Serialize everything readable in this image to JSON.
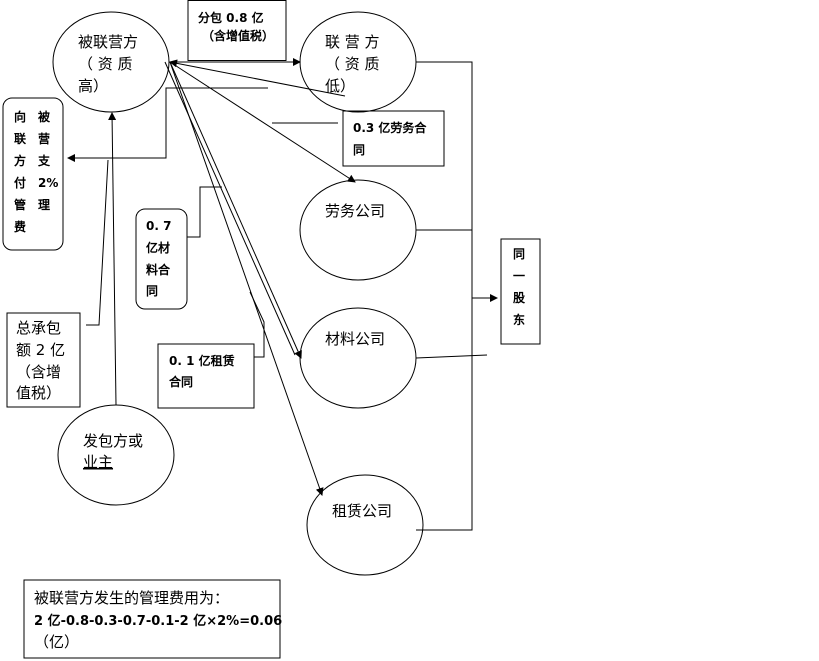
{
  "nodes": {
    "lianyingfang_bei": [
      "被联营方",
      "（ 资 质",
      "高）"
    ],
    "lianyingfang": [
      "联 营 方",
      "（ 资 质",
      "低）"
    ],
    "laowu": "劳务公司",
    "cailiao": "材料公司",
    "zulin": "租赁公司",
    "fabaofang": [
      "发包方或",
      "业主"
    ]
  },
  "labels": {
    "fenbao": [
      "分包 0.8 亿",
      "（含增值税）"
    ],
    "laowu_contract": [
      "0.3 亿劳务合",
      "同"
    ],
    "guanlifei": {
      "col1": [
        "向",
        "联",
        "方",
        "付",
        "管",
        "费"
      ],
      "col2": [
        "被",
        "营",
        "支",
        "2%",
        "理"
      ]
    },
    "cailiao_contract": [
      "0. 7",
      "亿材",
      "料合",
      "同"
    ],
    "zongchengbao": [
      "总承包",
      "额 2 亿",
      "（含增",
      "值税）"
    ],
    "zulin_contract": [
      "0. 1 亿租赁",
      "合同"
    ],
    "gudong": [
      "同",
      "一",
      "股",
      "东"
    ],
    "summary": [
      "被联营方发生的管理费用为：",
      "2 亿-0.8-0.3-0.7-0.1-2 亿×2%=0.06",
      "（亿）"
    ]
  }
}
